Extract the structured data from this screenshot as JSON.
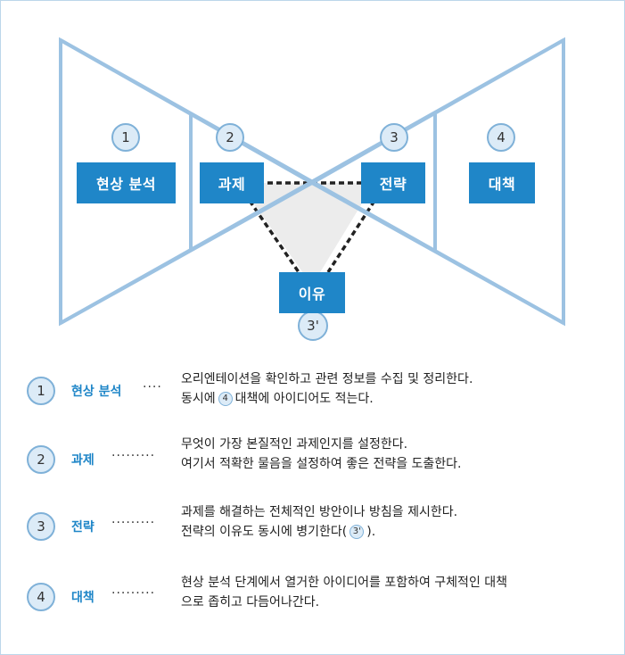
{
  "diagram": {
    "boxes": {
      "analysis": "현상 분석",
      "task": "과제",
      "strategy": "전략",
      "measure": "대책",
      "reason": "이유"
    },
    "numbers": {
      "n1": "1",
      "n2": "2",
      "n3": "3",
      "n4": "4",
      "n3p": "3'"
    }
  },
  "legend": [
    {
      "num": "1",
      "term": "현상 분석",
      "dots": "····",
      "line1": "오리엔테이션을 확인하고 관련 정보를 수집 및 정리한다.",
      "line2_pre": "동시에",
      "line2_ref": "4",
      "line2_post": "대책에 아이디어도 적는다."
    },
    {
      "num": "2",
      "term": "과제",
      "dots": "·········",
      "line1": "무엇이 가장 본질적인 과제인지를 설정한다.",
      "line2": "여기서 적확한 물음을 설정하여 좋은 전략을 도출한다."
    },
    {
      "num": "3",
      "term": "전략",
      "dots": "·········",
      "line1": "과제를 해결하는 전체적인 방안이나 방침을 제시한다.",
      "line2_pre": "전략의 이유도 동시에 병기한다(",
      "line2_ref": "3'",
      "line2_post": ")."
    },
    {
      "num": "4",
      "term": "대책",
      "dots": "·········",
      "line1": "현상 분석 단계에서 열거한 아이디어를 포함하여 구체적인 대책",
      "line2": "으로 좁히고 다듬어나간다."
    }
  ],
  "colors": {
    "box_blue": "#1f86c8",
    "frame_line": "#9cc2e2",
    "circle_fill": "#dcebf7",
    "circle_border": "#7fb1d8",
    "triangle_fill": "#ececec"
  }
}
